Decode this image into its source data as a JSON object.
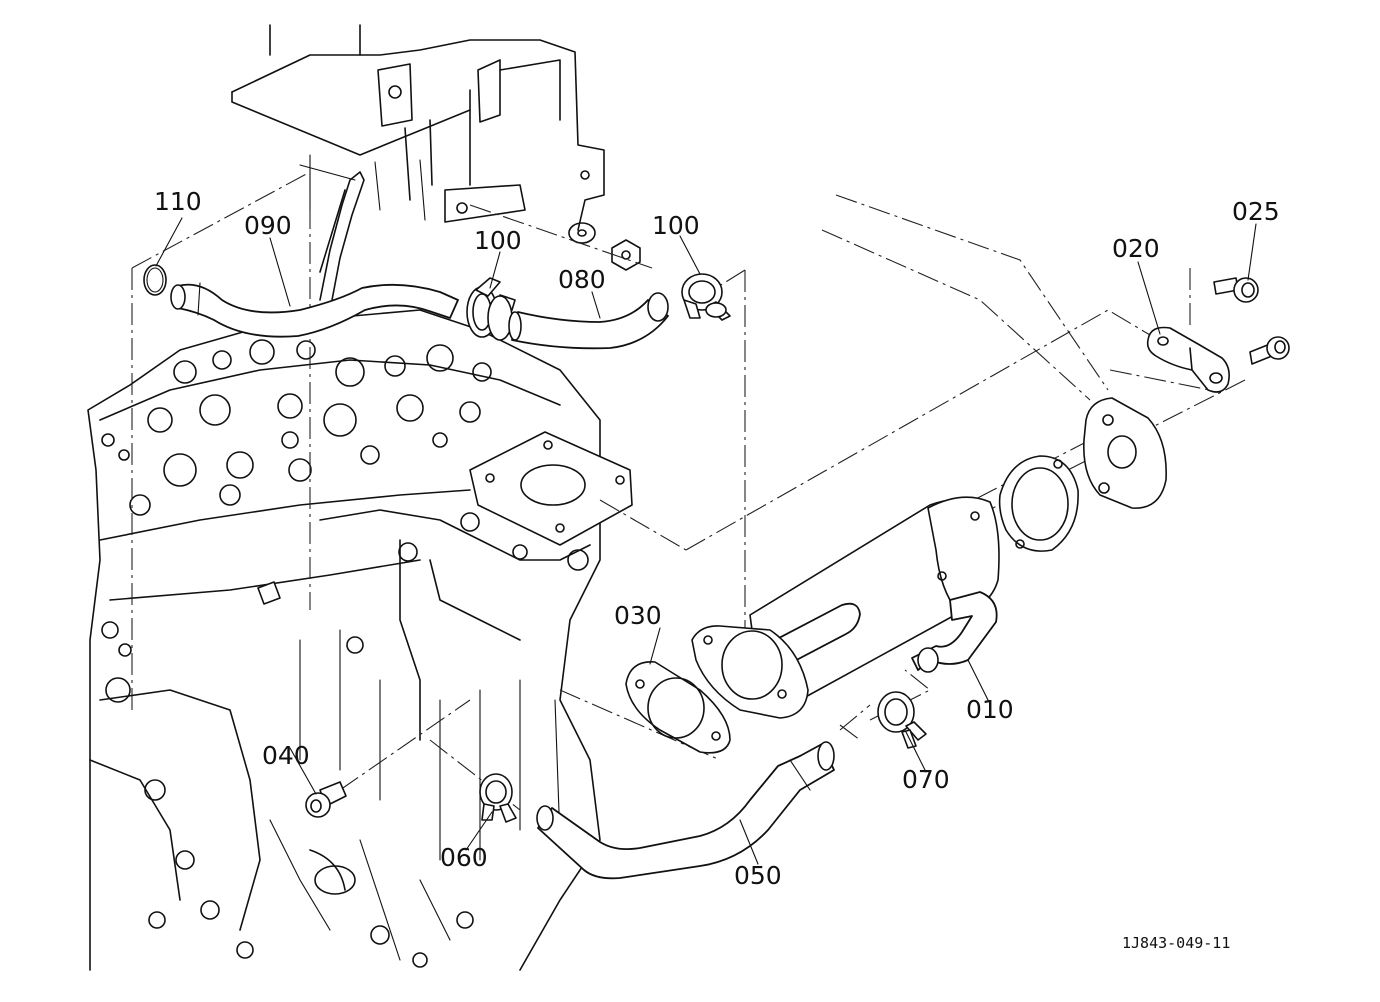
{
  "diagram": {
    "callouts": {
      "c110": "110",
      "c090": "090",
      "c100a": "100",
      "c100b": "100",
      "c080": "080",
      "c020": "020",
      "c025": "025",
      "c030": "030",
      "c010": "010",
      "c040": "040",
      "c070": "070",
      "c060": "060",
      "c050": "050"
    },
    "drawing_number": "1J843-049-11"
  }
}
